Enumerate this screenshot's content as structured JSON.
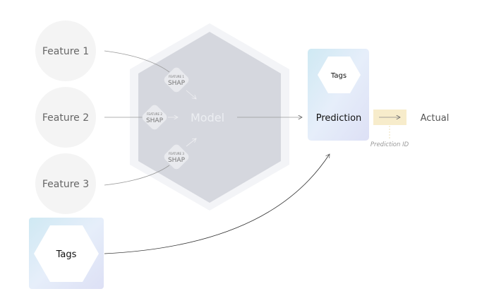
{
  "features": [
    {
      "label": "Feature 1",
      "shap_top": "FEATURE 1",
      "shap": "SHAP"
    },
    {
      "label": "Feature 2",
      "shap_top": "FEATURE 2",
      "shap": "SHAP"
    },
    {
      "label": "Feature 3",
      "shap_top": "FEATURE 3",
      "shap": "SHAP"
    }
  ],
  "model": {
    "label": "Model"
  },
  "prediction": {
    "label": "Prediction",
    "tags": "Tags"
  },
  "actual": {
    "label": "Actual"
  },
  "prediction_id": {
    "label": "Prediction ID"
  },
  "tags": {
    "label": "Tags"
  },
  "colors": {
    "model": "#d5d7de",
    "circle": "#f4f4f4",
    "link": "#f7eccb"
  }
}
